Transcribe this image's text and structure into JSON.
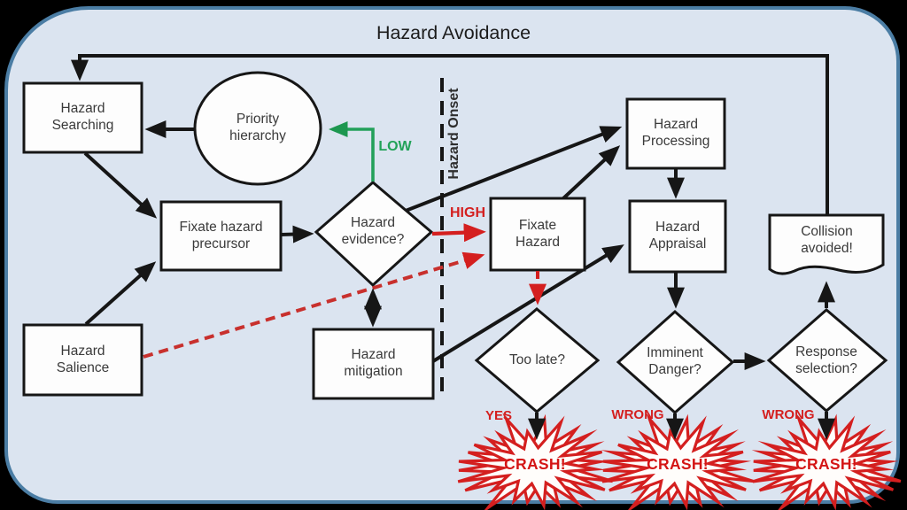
{
  "title": "Hazard Avoidance",
  "nodes": {
    "hazard_searching": {
      "label": "Hazard\nSearching",
      "shape": "rect"
    },
    "priority_hierarchy": {
      "label": "Priority\nhierarchy",
      "shape": "circle"
    },
    "fixate_hazard_precursor": {
      "label": "Fixate hazard\nprecursor",
      "shape": "rect"
    },
    "hazard_salience": {
      "label": "Hazard\nSalience",
      "shape": "rect"
    },
    "hazard_evidence": {
      "label": "Hazard\nevidence?",
      "shape": "diamond"
    },
    "hazard_mitigation": {
      "label": "Hazard\nmitigation",
      "shape": "rect"
    },
    "fixate_hazard": {
      "label": "Fixate\nHazard",
      "shape": "rect"
    },
    "hazard_processing": {
      "label": "Hazard\nProcessing",
      "shape": "rect"
    },
    "hazard_appraisal": {
      "label": "Hazard\nAppraisal",
      "shape": "rect"
    },
    "collision_avoided": {
      "label": "Collision\navoided!",
      "shape": "document"
    },
    "too_late": {
      "label": "Too late?",
      "shape": "diamond"
    },
    "imminent_danger": {
      "label": "Imminent\nDanger?",
      "shape": "diamond"
    },
    "response_selection": {
      "label": "Response\nselection?",
      "shape": "diamond"
    },
    "crash_1": {
      "label": "CRASH!",
      "shape": "starburst"
    },
    "crash_2": {
      "label": "CRASH!",
      "shape": "starburst"
    },
    "crash_3": {
      "label": "CRASH!",
      "shape": "starburst"
    }
  },
  "labels": {
    "hazard_onset": "Hazard Onset",
    "low": "LOW",
    "high": "HIGH",
    "yes": "YES",
    "wrong_1": "WRONG",
    "wrong_2": "WRONG"
  },
  "edges": [
    {
      "from": "collision_avoided",
      "to": "hazard_searching",
      "style": "solid",
      "color": "black",
      "note": "top feedback loop"
    },
    {
      "from": "priority_hierarchy",
      "to": "hazard_searching",
      "style": "solid",
      "color": "black"
    },
    {
      "from": "hazard_searching",
      "to": "fixate_hazard_precursor",
      "style": "solid",
      "color": "black"
    },
    {
      "from": "hazard_salience",
      "to": "fixate_hazard_precursor",
      "style": "solid",
      "color": "black"
    },
    {
      "from": "fixate_hazard_precursor",
      "to": "hazard_evidence",
      "style": "solid",
      "color": "black"
    },
    {
      "from": "hazard_evidence",
      "to": "priority_hierarchy",
      "label": "LOW",
      "style": "solid",
      "color": "green"
    },
    {
      "from": "hazard_evidence",
      "to": "fixate_hazard",
      "label": "HIGH",
      "style": "solid",
      "color": "red"
    },
    {
      "from": "hazard_salience",
      "to": "fixate_hazard",
      "style": "dashed",
      "color": "red"
    },
    {
      "from": "hazard_evidence",
      "to": "hazard_mitigation",
      "style": "double-arrow",
      "color": "black"
    },
    {
      "from": "hazard_evidence",
      "to": "hazard_processing",
      "style": "solid",
      "color": "black"
    },
    {
      "from": "fixate_hazard",
      "to": "hazard_processing",
      "style": "solid",
      "color": "black"
    },
    {
      "from": "hazard_processing",
      "to": "hazard_appraisal",
      "style": "solid",
      "color": "black"
    },
    {
      "from": "hazard_mitigation",
      "to": "hazard_appraisal",
      "style": "solid",
      "color": "black"
    },
    {
      "from": "fixate_hazard",
      "to": "too_late",
      "style": "dashed",
      "color": "red"
    },
    {
      "from": "hazard_appraisal",
      "to": "imminent_danger",
      "style": "solid",
      "color": "black"
    },
    {
      "from": "too_late",
      "to": "crash_1",
      "label": "YES",
      "style": "solid",
      "color": "black"
    },
    {
      "from": "imminent_danger",
      "to": "crash_2",
      "label": "WRONG",
      "style": "solid",
      "color": "black"
    },
    {
      "from": "imminent_danger",
      "to": "response_selection",
      "style": "solid",
      "color": "black"
    },
    {
      "from": "response_selection",
      "to": "crash_3",
      "label": "WRONG",
      "style": "solid",
      "color": "black"
    },
    {
      "from": "response_selection",
      "to": "collision_avoided",
      "style": "solid",
      "color": "black"
    }
  ],
  "divider": {
    "name": "hazard_onset_line",
    "style": "dashed",
    "orientation": "vertical"
  },
  "colors": {
    "panel_background": "#dbe4f0",
    "panel_border": "#4b7da4",
    "node_fill": "#fdfdfd",
    "node_border": "#161616",
    "text": "#3a3a3a",
    "red": "#d41f1f",
    "dashed_red": "#c8302d",
    "green": "#23a05a"
  }
}
